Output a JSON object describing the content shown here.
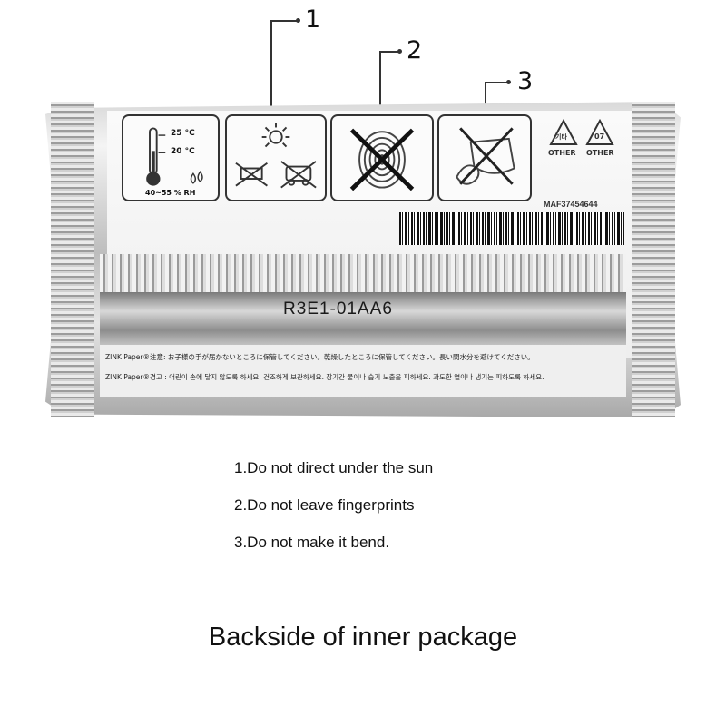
{
  "callouts": [
    "1",
    "2",
    "3"
  ],
  "package": {
    "thermometer": {
      "temp_high": "25 °C",
      "temp_low": "20 °C",
      "humidity": "40~55 % RH"
    },
    "recycle_marks": [
      {
        "code": "기타",
        "label": "OTHER"
      },
      {
        "code": "07",
        "label": "OTHER"
      }
    ],
    "product_code": "MAF37454644",
    "lot_code": "R3E1-01AA6",
    "warning_lines": [
      "ZINK Paper®注意: お子様の手が届かないところに保管してください。乾燥したところに保管してください。長い間水分を避けてください。",
      "ZINK Paper®경고 : 어린이 손에 닿지 않도록 하세요. 건조하게 보관하세요. 장기간 물이나 습기 노출을 피하세요. 과도한 열이나 냉기는 피하도록 하세요."
    ]
  },
  "notes": [
    "1.Do not direct under the sun",
    "2.Do not leave fingerprints",
    "3.Do not make it bend."
  ],
  "caption": "Backside of inner package"
}
